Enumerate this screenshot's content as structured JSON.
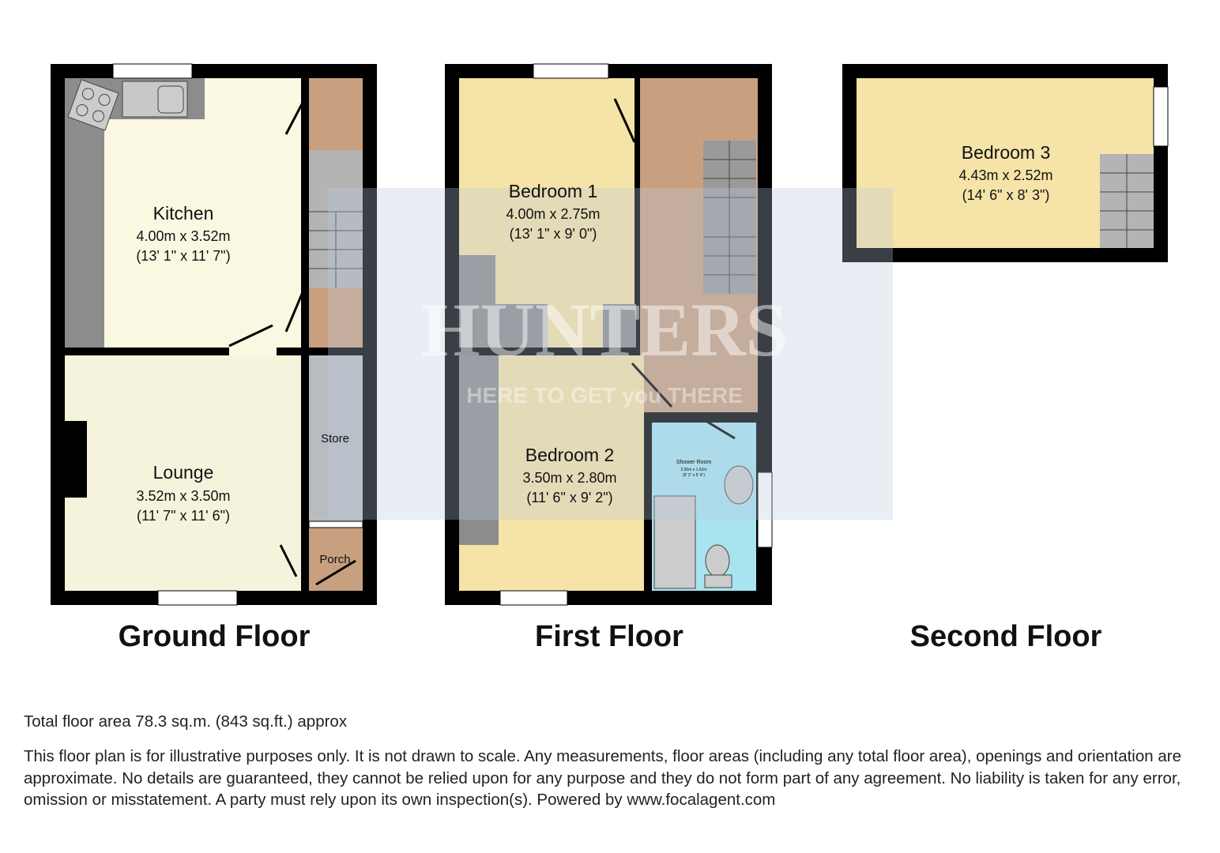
{
  "rooms": {
    "kitchen": {
      "name": "Kitchen",
      "metric": "4.00m x 3.52m",
      "imperial": "(13' 1\" x 11' 7\")"
    },
    "lounge": {
      "name": "Lounge",
      "metric": "3.52m x 3.50m",
      "imperial": "(11' 7\" x 11' 6\")"
    },
    "store": {
      "name": "Store"
    },
    "porch": {
      "name": "Porch"
    },
    "bedroom1": {
      "name": "Bedroom 1",
      "metric": "4.00m x 2.75m",
      "imperial": "(13' 1\" x 9' 0\")"
    },
    "bedroom2": {
      "name": "Bedroom 2",
      "metric": "3.50m x 2.80m",
      "imperial": "(11' 6\" x 9' 2\")"
    },
    "shower": {
      "name": "Shower Room",
      "metric": "2.50m x 1.62m",
      "imperial": "(8' 2\" x 5' 4\")"
    },
    "bedroom3": {
      "name": "Bedroom 3",
      "metric": "4.43m x 2.52m",
      "imperial": "(14' 6\" x 8' 3\")"
    }
  },
  "floors": [
    "Ground Floor",
    "First Floor",
    "Second Floor"
  ],
  "watermark": {
    "brand": "HUNTERS",
    "tagline": "HERE TO GET you THERE"
  },
  "footer": {
    "area": "Total floor area 78.3 sq.m. (843 sq.ft.) approx",
    "disclaimer": "This floor plan is for illustrative purposes only. It is not drawn to scale. Any measurements, floor areas (including any total floor area), openings and orientation are approximate. No details are guaranteed, they cannot be relied upon for any purpose and they do not form part of any agreement. No liability is taken for any error, omission or misstatement. A party must rely upon its own inspection(s). Powered by www.focalagent.com"
  },
  "colors": {
    "wall": "#000000",
    "kitchen": "#fbf8e2",
    "bedroom": "#f5e3a8",
    "landing": "#c8a07f",
    "shower": "#a8e4f0",
    "fitted": "#8c8c8c",
    "stairs": "#b4b4b4"
  }
}
